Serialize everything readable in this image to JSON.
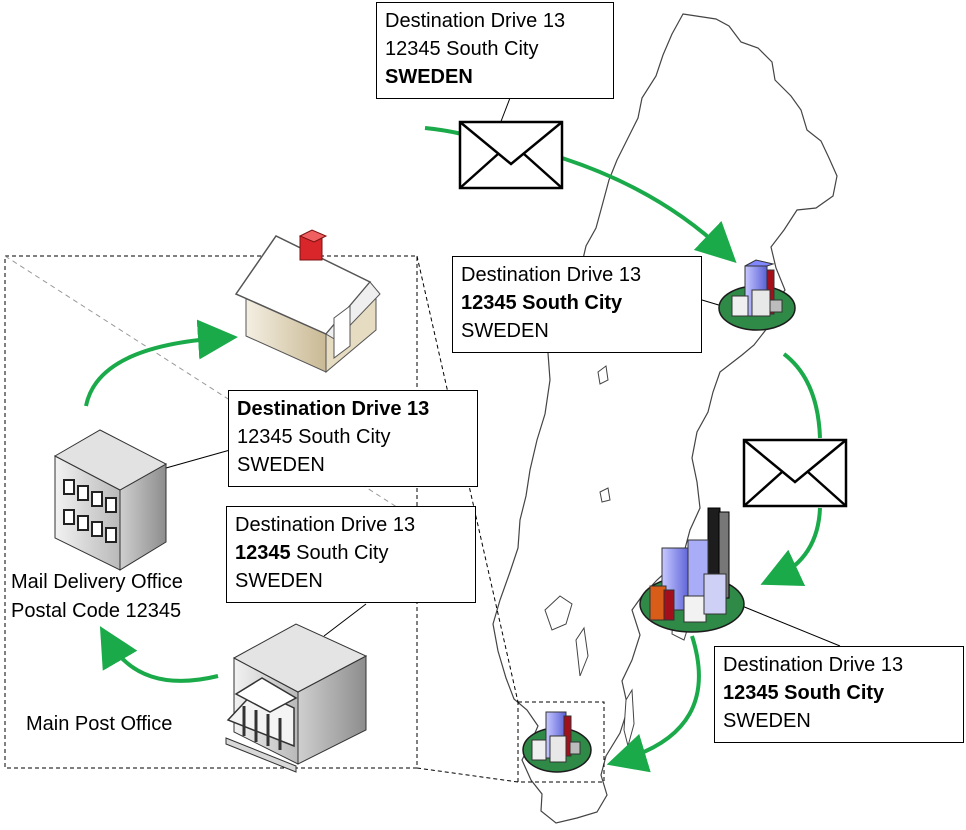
{
  "address_cards": [
    {
      "line1": "Destination Drive 13",
      "line2": "12345 South City",
      "line3": "SWEDEN",
      "emphasis": "country"
    },
    {
      "line1": "Destination Drive 13",
      "line2": "12345 South City",
      "line3": "SWEDEN",
      "emphasis": "postcode_city"
    },
    {
      "line1": "Destination Drive 13",
      "line2": "12345 South City",
      "line3": "SWEDEN",
      "emphasis": "postcode_city"
    },
    {
      "line1": "Destination Drive 13",
      "line2_bold": "12345",
      "line2_rest": " South City",
      "line3": "SWEDEN",
      "emphasis": "postcode"
    },
    {
      "line1": "Destination Drive 13",
      "line2": "12345 South City",
      "line3": "SWEDEN",
      "emphasis": "street"
    }
  ],
  "labels": {
    "delivery_office_line1": "Mail Delivery Office",
    "delivery_office_line2": "Postal Code 12345",
    "main_post_office": "Main Post Office"
  },
  "colors": {
    "arrow": "#1aaa4a",
    "map_outline": "#444444",
    "envelope_fill": "#ffffff",
    "city_ground": "#2f8a47",
    "house_wall": "#efe4c8",
    "chimney": "#d9262b"
  },
  "icons": [
    "envelope-icon",
    "city-icon",
    "house-icon",
    "office-building-icon",
    "post-office-icon"
  ]
}
